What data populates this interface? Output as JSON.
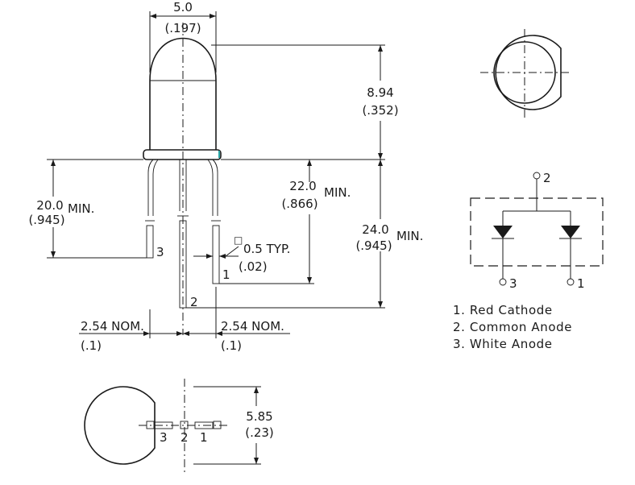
{
  "dimensions": {
    "lens_width": {
      "mm": "5.0",
      "in": "(.197)"
    },
    "lens_height": {
      "mm": "8.94",
      "in": "(.352)"
    },
    "short_lead_length": {
      "mm": "20.0",
      "unit": "MIN.",
      "in": "(.945)"
    },
    "mid_lead_length": {
      "mm": "22.0",
      "unit": "MIN.",
      "in": "(.866)"
    },
    "long_lead_length": {
      "mm": "24.0",
      "unit": "MIN.",
      "in": "(.945)"
    },
    "lead_square": {
      "mm": "0.5 TYP.",
      "in": "(.02)",
      "symbol": "□"
    },
    "pitch_left": {
      "mm": "2.54 NOM.",
      "in": "(.1)"
    },
    "pitch_right": {
      "mm": "2.54 NOM.",
      "in": "(.1)"
    },
    "flat_width": {
      "mm": "5.85",
      "in": "(.23)"
    }
  },
  "pin_labels": {
    "side_pin_3": "3",
    "side_pin_1": "1",
    "side_pin_2": "2",
    "bottom_pin_3": "3",
    "bottom_pin_2": "2",
    "bottom_pin_1": "1"
  },
  "schematic": {
    "pin_top": "2",
    "pin_left": "3",
    "pin_right": "1"
  },
  "legend": [
    "1. Red Cathode",
    "2. Common Anode",
    "3. White Anode"
  ],
  "colors": {
    "line": "#1a1a1a",
    "accent": "#2aa6a6"
  }
}
